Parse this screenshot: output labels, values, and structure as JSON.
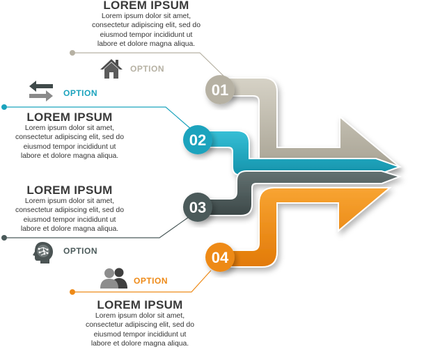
{
  "colors": {
    "step1": "#b6b1a3",
    "step2": "#1ba3bd",
    "step3": "#4b5a5a",
    "step4": "#ee8a17",
    "title": "#3a3a3a",
    "text": "#333333"
  },
  "steps": [
    {
      "number": "01",
      "title": "LOREM IPSUM",
      "text": [
        "Lorem ipsum dolor sit amet,",
        "consectetur adipiscing elit, sed do",
        "eiusmod tempor incididunt ut",
        "labore et dolore magna aliqua."
      ],
      "option": "OPTION",
      "icon": "house-icon"
    },
    {
      "number": "02",
      "title": "LOREM IPSUM",
      "text": [
        "Lorem ipsum dolor sit amet,",
        "consectetur adipiscing elit, sed do",
        "eiusmod tempor incididunt ut",
        "labore et dolore magna aliqua."
      ],
      "option": "OPTION",
      "icon": "exchange-arrows-icon"
    },
    {
      "number": "03",
      "title": "LOREM IPSUM",
      "text": [
        "Lorem ipsum dolor sit amet,",
        "consectetur adipiscing elit, sed do",
        "eiusmod tempor incididunt ut",
        "labore et dolore magna aliqua."
      ],
      "option": "OPTION",
      "icon": "brain-head-icon"
    },
    {
      "number": "04",
      "title": "LOREM IPSUM",
      "text": [
        "Lorem ipsum dolor sit amet,",
        "consectetur adipiscing elit, sed do",
        "eiusmod tempor incididunt ut",
        "labore et dolore magna aliqua."
      ],
      "option": "OPTION",
      "icon": "people-icon"
    }
  ]
}
